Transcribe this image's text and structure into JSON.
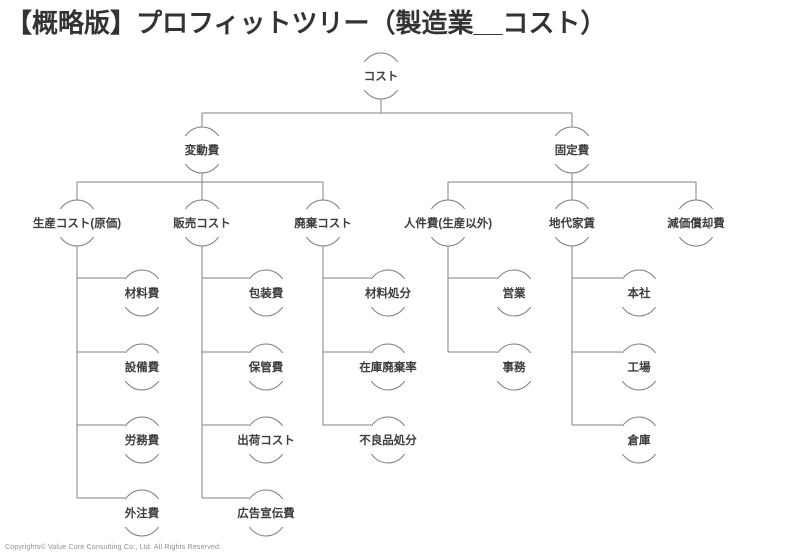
{
  "title": "【概略版】プロフィットツリー（製造業__コスト）",
  "footer": "Copyrights© Value Core Consulting Co., Ltd.  All Rights Reserved.",
  "colors": {
    "background": "#ffffff",
    "line": "#808080",
    "node_text": "#3d3d3d",
    "title_text": "#333333",
    "footer_text": "#8f8f8f"
  },
  "diagram_type": "tree",
  "tree": {
    "label": "コスト",
    "children": [
      {
        "label": "変動費",
        "children": [
          {
            "label": "生産コスト(原価)",
            "children": [
              {
                "label": "材料費"
              },
              {
                "label": "設備費"
              },
              {
                "label": "労務費"
              },
              {
                "label": "外注費"
              }
            ]
          },
          {
            "label": "販売コスト",
            "children": [
              {
                "label": "包装費"
              },
              {
                "label": "保管費"
              },
              {
                "label": "出荷コスト"
              },
              {
                "label": "広告宣伝費"
              }
            ]
          },
          {
            "label": "廃棄コスト",
            "children": [
              {
                "label": "材料処分"
              },
              {
                "label": "在庫廃棄率"
              },
              {
                "label": "不良品処分"
              }
            ]
          }
        ]
      },
      {
        "label": "固定費",
        "children": [
          {
            "label": "人件費(生産以外)",
            "children": [
              {
                "label": "営業"
              },
              {
                "label": "事務"
              }
            ]
          },
          {
            "label": "地代家賃",
            "children": [
              {
                "label": "本社"
              },
              {
                "label": "工場"
              },
              {
                "label": "倉庫"
              }
            ]
          },
          {
            "label": "減価償却費",
            "children": []
          }
        ]
      }
    ]
  }
}
